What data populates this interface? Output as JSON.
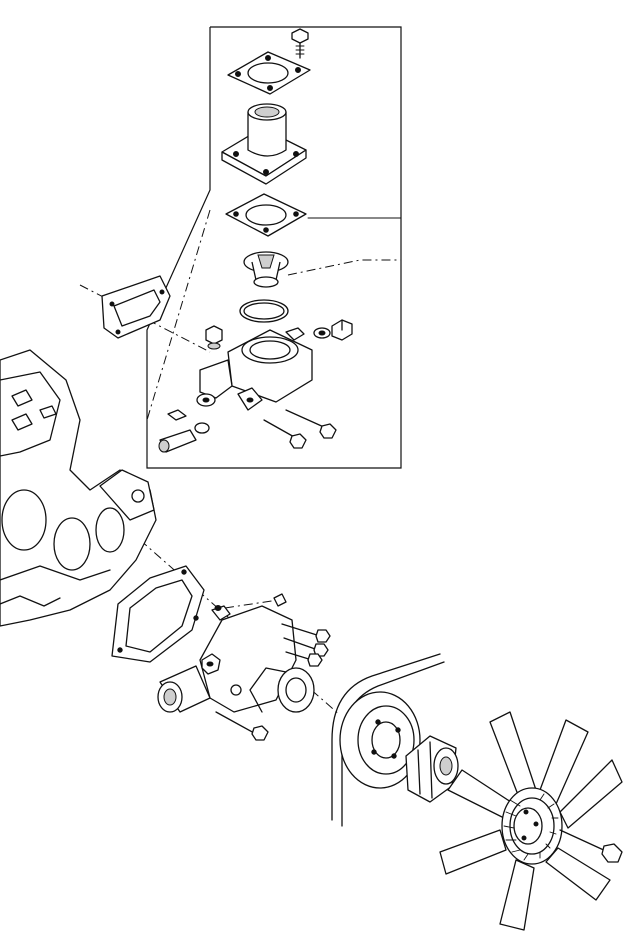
{
  "diagram": {
    "type": "exploded-parts-view",
    "colors": {
      "line": "#111111",
      "background": "#ffffff",
      "shade": "#cfcfcf"
    },
    "parts": [
      {
        "id": "thermostat-cover-bolt"
      },
      {
        "id": "thermostat-cover-gasket-upper"
      },
      {
        "id": "water-outlet-elbow"
      },
      {
        "id": "thermostat-gasket"
      },
      {
        "id": "thermostat"
      },
      {
        "id": "thermostat-o-ring"
      },
      {
        "id": "thermostat-housing"
      },
      {
        "id": "housing-drain-plug"
      },
      {
        "id": "housing-union-bolt"
      },
      {
        "id": "housing-mounting-bolts"
      },
      {
        "id": "temperature-sender"
      },
      {
        "id": "housing-gasket"
      },
      {
        "id": "engine-block"
      },
      {
        "id": "water-pump-gasket"
      },
      {
        "id": "water-pump"
      },
      {
        "id": "water-pump-bolts"
      },
      {
        "id": "pump-pulley"
      },
      {
        "id": "v-belt"
      },
      {
        "id": "fan-spacer"
      },
      {
        "id": "cooling-fan"
      },
      {
        "id": "fan-bolt"
      }
    ]
  }
}
